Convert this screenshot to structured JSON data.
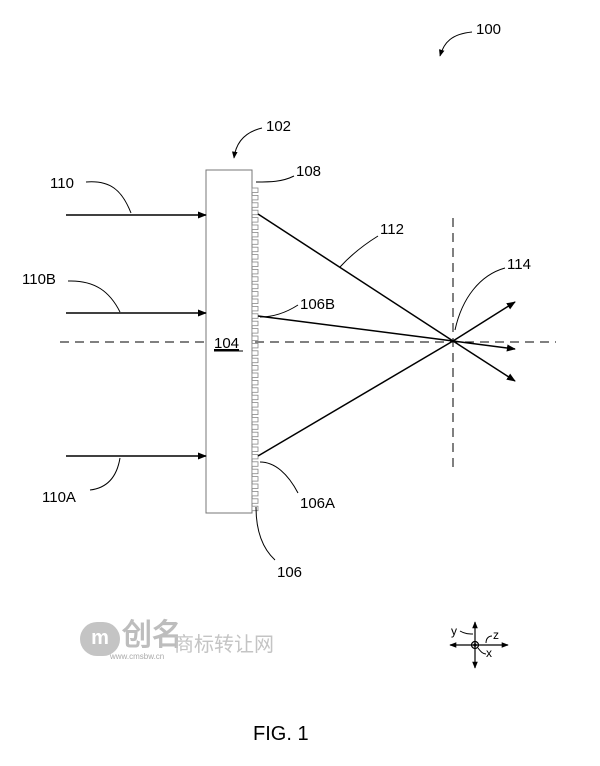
{
  "figure": {
    "caption": "FIG. 1",
    "labels": {
      "system": "100",
      "device": "102",
      "substrate": "104",
      "grating": "106",
      "grating_a": "106A",
      "grating_b": "106B",
      "grating_top": "108",
      "input_beam": "110",
      "input_beam_a": "110A",
      "input_beam_b": "110B",
      "diffracted_beam": "112",
      "focal_point": "114"
    },
    "axes": {
      "y": "y",
      "z": "z",
      "x": "x"
    }
  },
  "watermark": {
    "logo": "m",
    "brand": "创名",
    "tagline": "商标转让网",
    "url": "www.cmsbw.cn"
  }
}
